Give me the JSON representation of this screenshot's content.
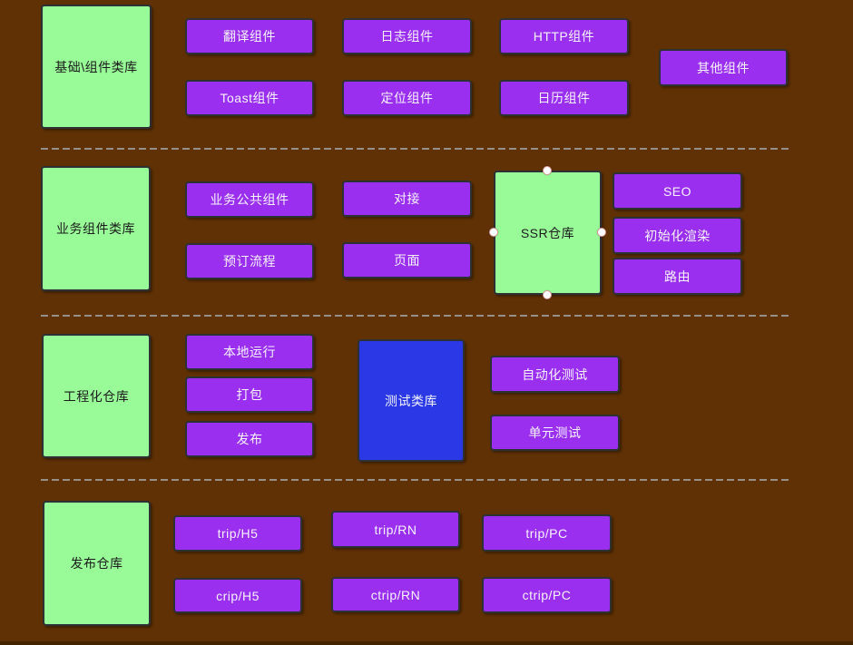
{
  "palette": {
    "canvas_background": "#5f3104",
    "green_node": "#98fb98",
    "purple_node": "#9a2ff0",
    "blue_node": "#2b38e6",
    "node_border": "#2e3134",
    "separator": "#a0a0a0",
    "handle_fill": "#ffffff",
    "handle_border": "#e09a9a"
  },
  "groups": {
    "base": {
      "label": "基础\\组件类库",
      "items": {
        "translate": "翻译组件",
        "log": "日志组件",
        "http": "HTTP组件",
        "other": "其他组件",
        "toast": "Toast组件",
        "locate": "定位组件",
        "calendar": "日历组件"
      }
    },
    "business": {
      "label": "业务组件类库",
      "items": {
        "common": "业务公共组件",
        "connect": "对接",
        "booking": "预订流程",
        "page": "页面"
      }
    },
    "ssr": {
      "label": "SSR仓库",
      "selected": true,
      "items": {
        "seo": "SEO",
        "initial_render": "初始化渲染",
        "route": "路由"
      }
    },
    "engineering": {
      "label": "工程化仓库",
      "items": {
        "local_run": "本地运行",
        "pack": "打包",
        "publish": "发布"
      }
    },
    "test": {
      "label": "测试类库",
      "items": {
        "automation": "自动化测试",
        "unit": "单元测试"
      }
    },
    "release": {
      "label": "发布仓库",
      "items": {
        "trip_h5": "trip/H5",
        "trip_rn": "trip/RN",
        "trip_pc": "trip/PC",
        "crip_h5": "crip/H5",
        "ctrip_rn": "ctrip/RN",
        "ctrip_pc": "ctrip/PC"
      }
    }
  }
}
